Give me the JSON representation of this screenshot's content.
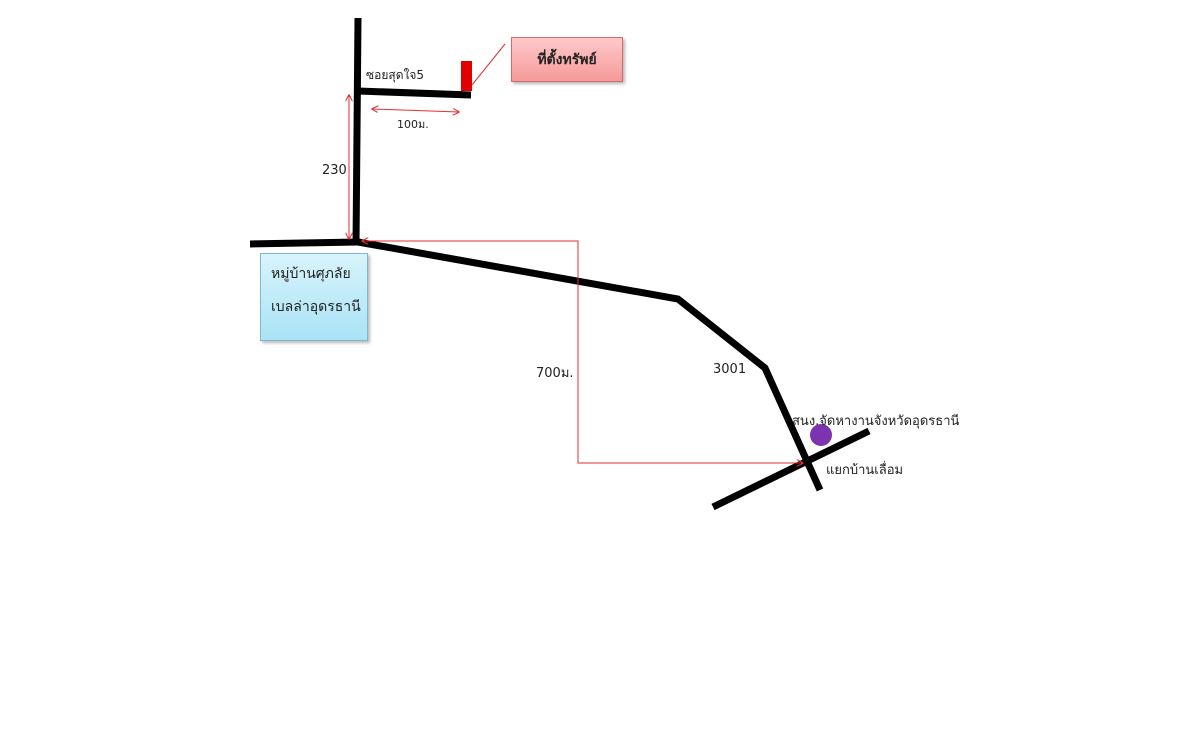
{
  "labels": {
    "property": "ที่ตั้งทรัพย์",
    "soi": "ซอยสุดใจ5",
    "dist_soi": "100ม.",
    "dist_vertical": "230",
    "village_line1": "หมู่บ้านศุภลัย",
    "village_line2": "เบลล่าอุดรธานี",
    "dist_main": "700ม.",
    "road_number": "3001",
    "landmark": "สนง.จัดหางานจังหวัดอุดรธานี",
    "intersection": "แยกบ้านเลื่อม"
  },
  "colors": {
    "road": "#000000",
    "property_marker": "#e00000",
    "dimension_line": "#e03030",
    "landmark_dot": "#7b33b0",
    "property_box": "#f7aaaa",
    "village_box": "#bdeaf8"
  },
  "icons": {
    "property_marker": "red-rectangle-marker",
    "landmark": "purple-circle-marker"
  }
}
